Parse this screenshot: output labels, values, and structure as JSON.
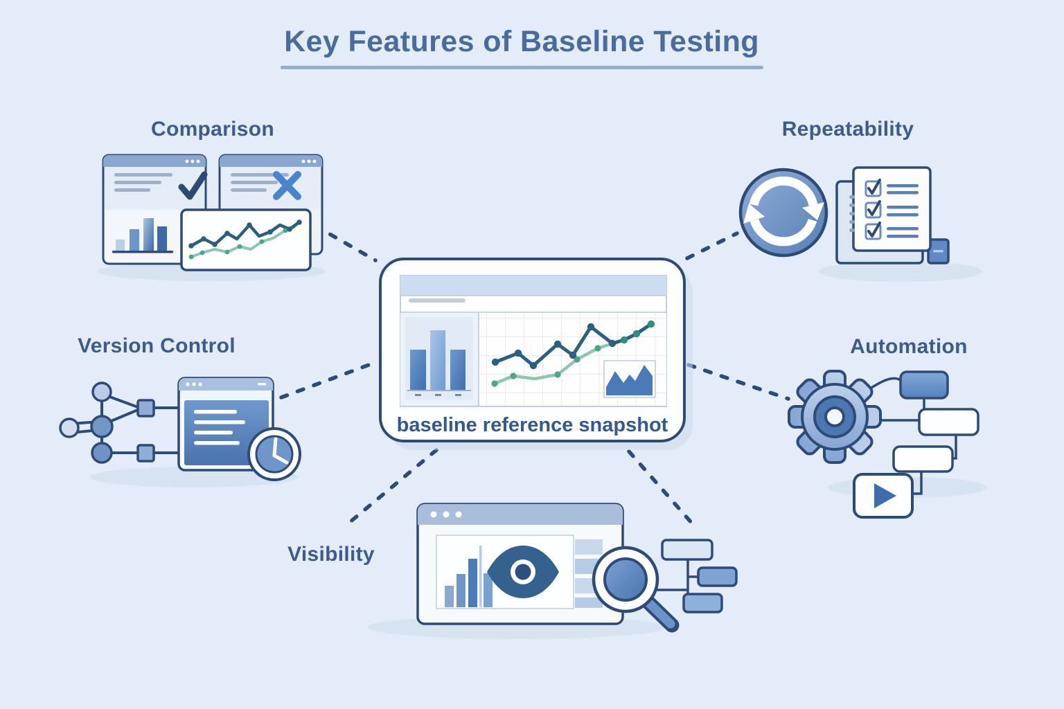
{
  "title": {
    "text": "Key Features of Baseline Testing"
  },
  "center": {
    "caption": "baseline reference snapshot",
    "icon": "baseline-dashboard-window-icon"
  },
  "features": [
    {
      "id": "comparison",
      "label": "Comparison",
      "icons": [
        "passed-window-icon",
        "check-icon",
        "failed-window-icon",
        "x-icon",
        "bar-chart-icon",
        "trend-comparison-chart-icon"
      ]
    },
    {
      "id": "repeatability",
      "label": "Repeatability",
      "icons": [
        "refresh-loop-icon",
        "checklist-document-icon"
      ]
    },
    {
      "id": "version-control",
      "label": "Version Control",
      "icons": [
        "commit-graph-icon",
        "code-window-icon",
        "history-clock-icon"
      ]
    },
    {
      "id": "automation",
      "label": "Automation",
      "icons": [
        "gear-icon",
        "workflow-boxes-icon",
        "play-button-icon"
      ]
    },
    {
      "id": "visibility",
      "label": "Visibility",
      "icons": [
        "report-window-icon",
        "eye-icon",
        "mini-bar-chart-icon",
        "magnifier-icon",
        "mini-flowchart-icon"
      ]
    }
  ],
  "colors": {
    "background": "#e3ecf8",
    "outline": "#2e4a76",
    "heading_text": "#4a6b9e",
    "label_text": "#3d5c8e",
    "caption_text": "#35598f",
    "accent_blue": "#4a77b4",
    "window_header": "#8ca7cf",
    "series_dark_teal": "#2d5f7e",
    "series_light_green": "#8cc7b0",
    "series_converge_teal": "#2f8f7c",
    "title_underline": "#92aecf"
  }
}
